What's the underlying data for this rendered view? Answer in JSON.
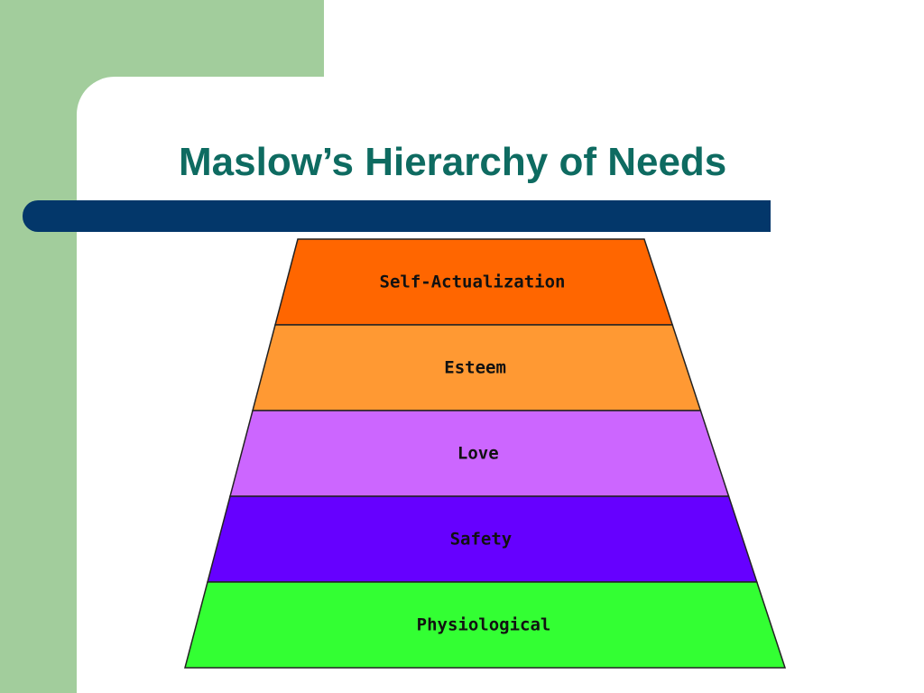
{
  "slide": {
    "title": "Maslow’s Hierarchy of Needs"
  },
  "colors": {
    "side_green": "#a2cd9c",
    "title_text": "#0e6b61",
    "title_bar": "#03376a",
    "outline": "#222222"
  },
  "pyramid": {
    "levels": [
      {
        "label": "Self-Actualization",
        "color": "#ff6600"
      },
      {
        "label": "Esteem",
        "color": "#ff9933"
      },
      {
        "label": "Love",
        "color": "#cc66ff"
      },
      {
        "label": "Safety",
        "color": "#6600ff"
      },
      {
        "label": "Physiological",
        "color": "#33ff33"
      }
    ]
  }
}
